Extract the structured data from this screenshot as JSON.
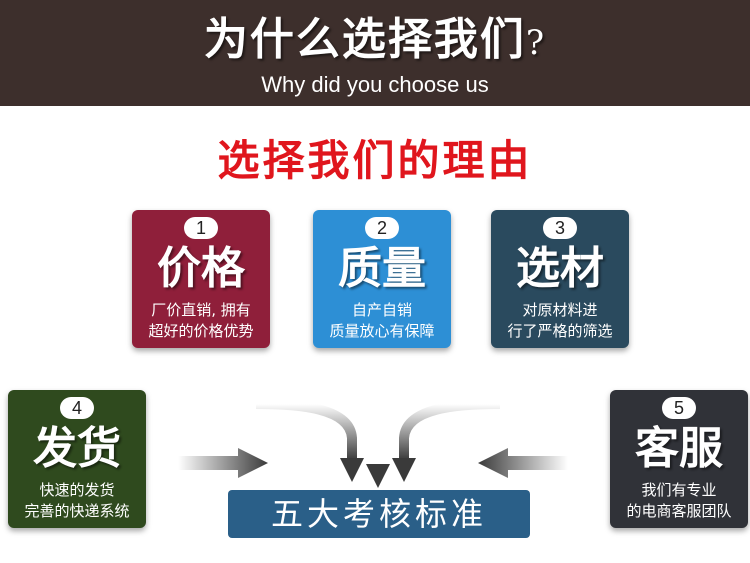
{
  "header": {
    "title": "为什么选择我们",
    "title_mark": "?",
    "subtitle": "Why did you choose us"
  },
  "reasons_title": "选择我们的理由",
  "cards": [
    {
      "number": "1",
      "title": "价格",
      "desc": [
        "厂价直销, 拥有",
        "超好的价格优势"
      ],
      "color": "#8f1f3a"
    },
    {
      "number": "2",
      "title": "质量",
      "desc": [
        "自产自销",
        "质量放心有保障"
      ],
      "color": "#2d8fd5"
    },
    {
      "number": "3",
      "title": "选材",
      "desc": [
        "对原材料进",
        "行了严格的筛选"
      ],
      "color": "#2a4a5e"
    },
    {
      "number": "4",
      "title": "发货",
      "desc": [
        "快速的发货",
        "完善的快递系统"
      ],
      "color": "#2f4a1e"
    },
    {
      "number": "5",
      "title": "客服",
      "desc": [
        "我们有专业",
        "的电商客服团队"
      ],
      "color": "#303238"
    }
  ],
  "standards_label": "五大考核标准",
  "colors": {
    "header_bg": "#3d2f2c",
    "accent_red": "#e0161d",
    "standards_bg": "#2a5f88"
  },
  "icons": [
    "arrow-right-icon",
    "arrow-left-icon",
    "arrows-converge-icon"
  ]
}
